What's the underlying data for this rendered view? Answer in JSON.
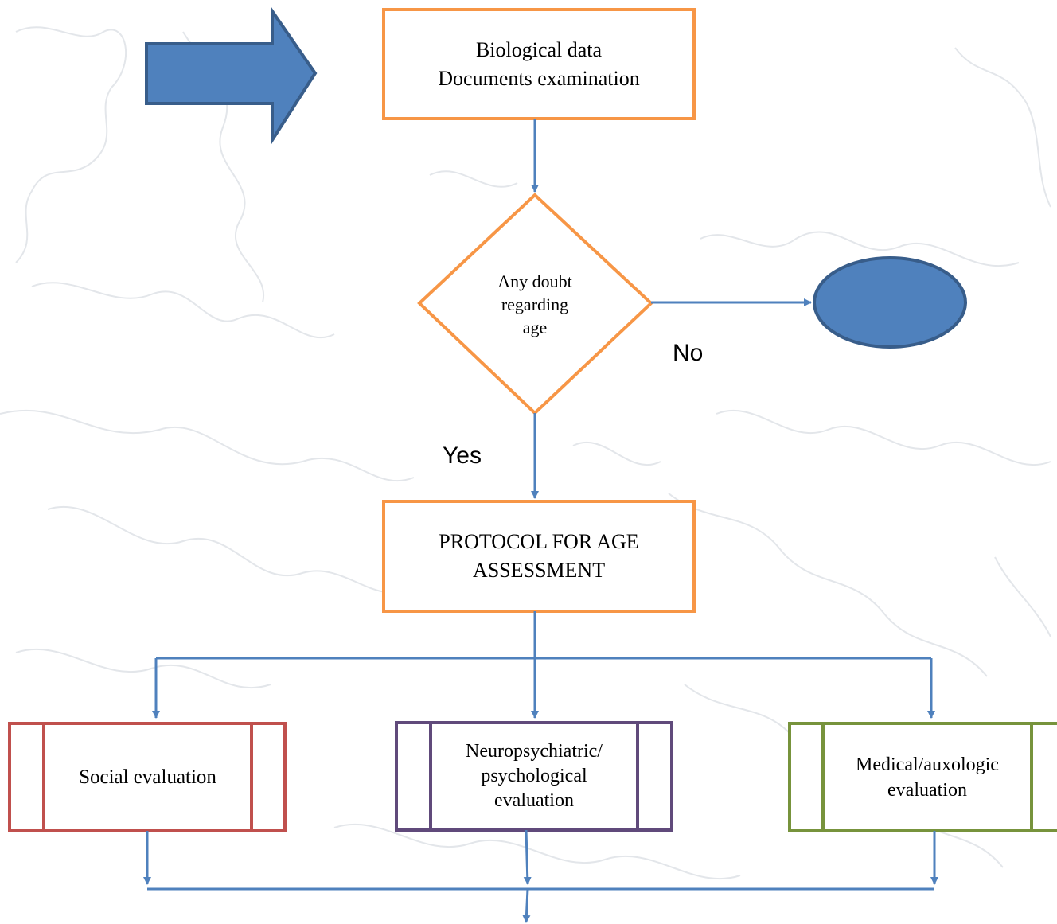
{
  "nodes": {
    "start": {
      "line1": "Biological data",
      "line2": "Documents examination"
    },
    "decision": {
      "line1": "Any doubt",
      "line2": "regarding",
      "line3": "age"
    },
    "protocol": {
      "line1": "PROTOCOL FOR AGE",
      "line2": "ASSESSMENT"
    },
    "social": {
      "label": "Social evaluation"
    },
    "neuro": {
      "line1": "Neuropsychiatric/",
      "line2": "psychological",
      "line3": "evaluation"
    },
    "medical": {
      "line1": "Medical/auxologic",
      "line2": "evaluation"
    }
  },
  "edges": {
    "no_label": "No",
    "yes_label": "Yes"
  },
  "colors": {
    "orange": "#F79646",
    "blue": "#4F81BD",
    "blue_dark": "#385D8A",
    "red": "#C0504D",
    "purple": "#604A7B",
    "green": "#77933C",
    "map_lines": "#E3E6EA"
  }
}
